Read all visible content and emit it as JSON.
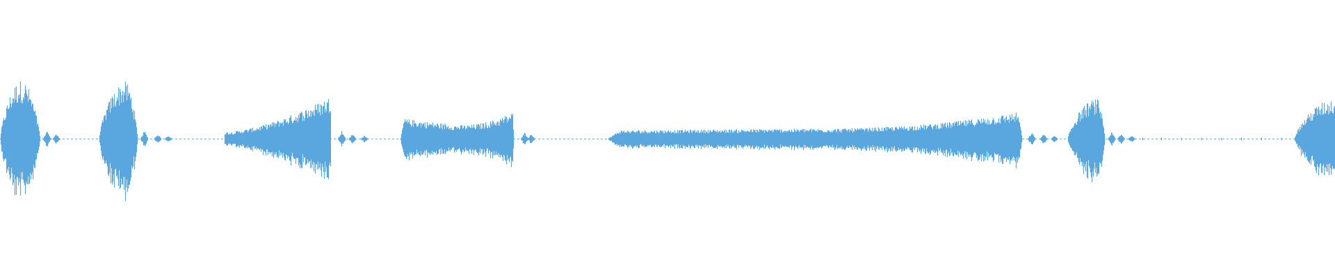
{
  "waveform": {
    "color": "#5aa6df",
    "baseline_color": "#5aa6df",
    "segments": [
      {
        "kind": "blob",
        "start": 0.0,
        "peak": 0.016,
        "end": 0.03,
        "amp": 0.34
      },
      {
        "kind": "blip",
        "at": 0.035,
        "amp": 0.05
      },
      {
        "kind": "blip",
        "at": 0.042,
        "amp": 0.03
      },
      {
        "kind": "blob",
        "start": 0.074,
        "peak": 0.094,
        "end": 0.103,
        "amp": 0.33
      },
      {
        "kind": "blip",
        "at": 0.108,
        "amp": 0.05
      },
      {
        "kind": "blip",
        "at": 0.118,
        "amp": 0.03
      },
      {
        "kind": "blip",
        "at": 0.126,
        "amp": 0.02
      },
      {
        "kind": "ramp",
        "start": 0.168,
        "end": 0.248,
        "amp_start": 0.04,
        "amp_end": 0.25
      },
      {
        "kind": "blip",
        "at": 0.256,
        "amp": 0.05
      },
      {
        "kind": "blip",
        "at": 0.264,
        "amp": 0.03
      },
      {
        "kind": "blip",
        "at": 0.273,
        "amp": 0.02
      },
      {
        "kind": "swell",
        "start": 0.3,
        "end": 0.385,
        "amp_start": 0.12,
        "amp_mid": 0.08,
        "amp_end": 0.16
      },
      {
        "kind": "blip",
        "at": 0.393,
        "amp": 0.04
      },
      {
        "kind": "blip",
        "at": 0.398,
        "amp": 0.03
      },
      {
        "kind": "swell",
        "start": 0.455,
        "end": 0.766,
        "amp_start": 0.05,
        "amp_mid": 0.06,
        "amp_end": 0.16
      },
      {
        "kind": "blip",
        "at": 0.773,
        "amp": 0.04
      },
      {
        "kind": "blip",
        "at": 0.782,
        "amp": 0.03
      },
      {
        "kind": "blip",
        "at": 0.79,
        "amp": 0.02
      },
      {
        "kind": "blob",
        "start": 0.8,
        "peak": 0.822,
        "end": 0.828,
        "amp": 0.23
      },
      {
        "kind": "blip",
        "at": 0.833,
        "amp": 0.04
      },
      {
        "kind": "blip",
        "at": 0.84,
        "amp": 0.03
      },
      {
        "kind": "blip",
        "at": 0.848,
        "amp": 0.02
      },
      {
        "kind": "blob",
        "start": 0.97,
        "peak": 1.0,
        "end": 1.0,
        "amp": 0.23
      }
    ],
    "tick_marks": [
      0.856,
      0.87,
      0.885,
      0.9,
      0.915,
      0.93,
      0.945,
      0.96
    ]
  }
}
